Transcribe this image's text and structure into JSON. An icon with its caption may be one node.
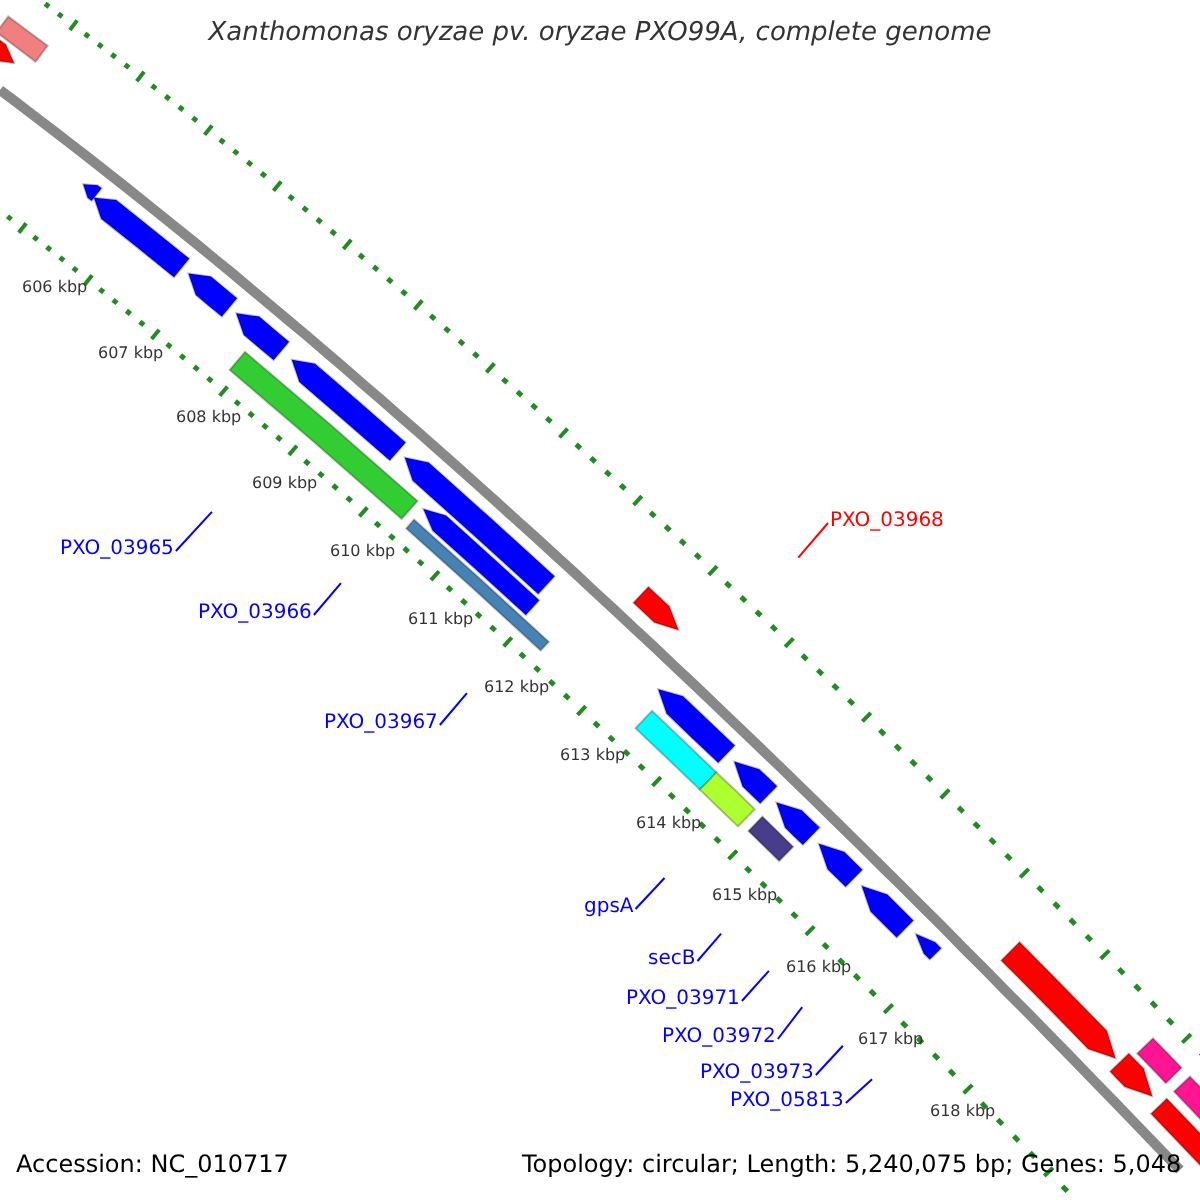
{
  "diagram": {
    "title": "Xanthomonas oryzae pv. oryzae PXO99A, complete genome",
    "nodes": [
      {
        "text": [
          "PXO_03965"
        ]
      },
      {
        "text": [
          "PXO_03968"
        ]
      },
      {
        "text": [
          "PXO_03966"
        ]
      },
      {
        "text": [
          "PXO_03967"
        ]
      },
      {
        "text": [
          "gpsA"
        ]
      },
      {
        "text": [
          "secB"
        ]
      },
      {
        "text": [
          "PXO_03971"
        ]
      },
      {
        "text": [
          "PXO_03972"
        ]
      },
      {
        "text": [
          "PXO_03973"
        ]
      },
      {
        "text": [
          "PXO_05813"
        ]
      }
    ],
    "edges": [
      {
        "from": 0,
        "to": null,
        "arrow": "none"
      },
      {
        "from": 1,
        "to": null,
        "arrow": "none",
        "color": "#ff0000"
      },
      {
        "from": 2,
        "to": null,
        "arrow": "none"
      },
      {
        "from": 3,
        "to": null,
        "arrow": "none"
      },
      {
        "from": 4,
        "to": null,
        "arrow": "none"
      },
      {
        "from": 5,
        "to": null,
        "arrow": "none"
      },
      {
        "from": 6,
        "to": null,
        "arrow": "none"
      },
      {
        "from": 7,
        "to": null,
        "arrow": "none"
      },
      {
        "from": 8,
        "to": null,
        "arrow": "none"
      },
      {
        "from": 9,
        "to": null,
        "arrow": "none"
      }
    ],
    "labels": [
      "606 kbp",
      "607 kbp",
      "608 kbp",
      "609 kbp",
      "610 kbp",
      "611 kbp",
      "612 kbp",
      "613 kbp",
      "614 kbp",
      "615 kbp",
      "616 kbp",
      "617 kbp",
      "618 kbp",
      "Accession: NC_010717",
      "Topology: circular; Length: 5,240,075 bp; Genes: 5,048"
    ]
  }
}
